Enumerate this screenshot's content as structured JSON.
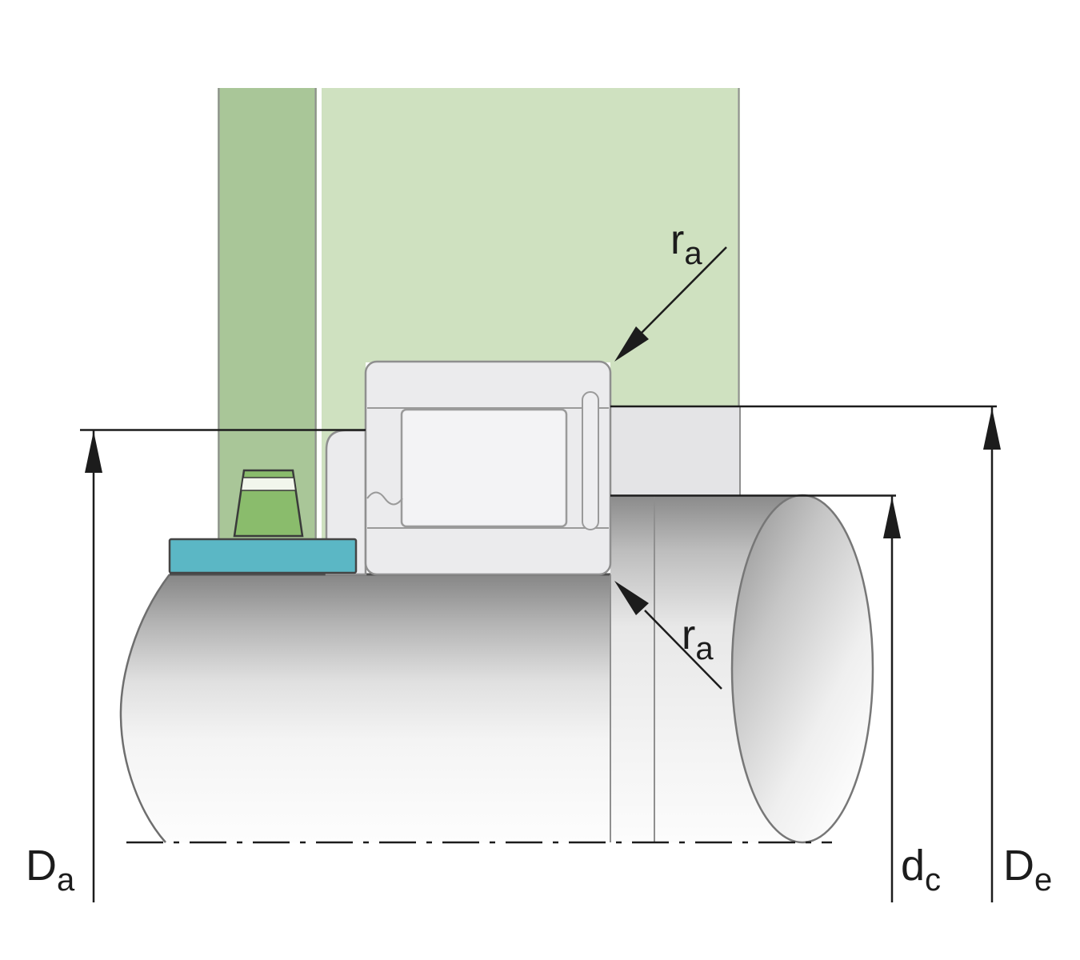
{
  "diagram": {
    "labels": {
      "da": {
        "symbol": "D",
        "sub": "a"
      },
      "de": {
        "symbol": "D",
        "sub": "e"
      },
      "dc": {
        "symbol": "d",
        "sub": "c"
      },
      "ra_top": {
        "symbol": "r",
        "sub": "a"
      },
      "ra_bottom": {
        "symbol": "r",
        "sub": "a"
      }
    },
    "colors": {
      "housing_light": "#cfe1c0",
      "housing_dark": "#a9c698",
      "bearing_body": "#ebebed",
      "rolling_element": "#f3f3f5",
      "cage_pin": "#eeeef0",
      "raceway_extension": "#e4e4e6",
      "spacer_teal": "#5bb7c5",
      "fitting_green": "#8abc6c",
      "fitting_stripe": "#f2f6ec",
      "part_outline": "#8f8f8f",
      "shaft_edge": "#4f4f4f",
      "dim_line": "#1c1c1c"
    }
  }
}
